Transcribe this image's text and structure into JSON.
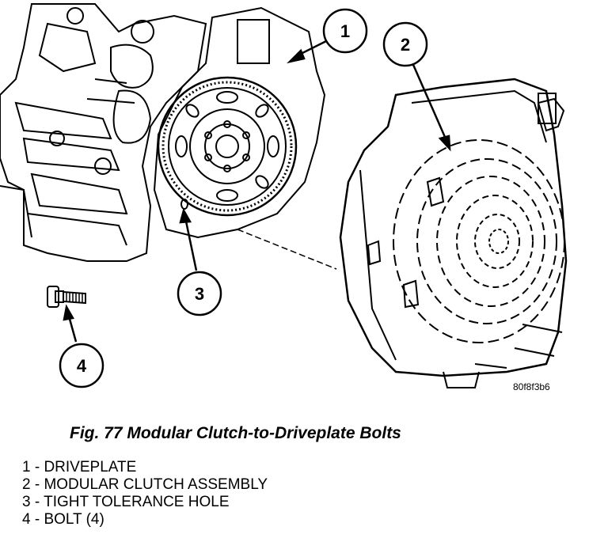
{
  "figure": {
    "caption": "Fig. 77 Modular Clutch-to-Driveplate Bolts",
    "image_code": "80f8f3b6",
    "callouts": [
      {
        "number": "1"
      },
      {
        "number": "2"
      },
      {
        "number": "3"
      },
      {
        "number": "4"
      }
    ]
  },
  "legend": [
    "1 - DRIVEPLATE",
    "2 - MODULAR CLUTCH ASSEMBLY",
    "3 - TIGHT TOLERANCE HOLE",
    "4 - BOLT (4)"
  ]
}
